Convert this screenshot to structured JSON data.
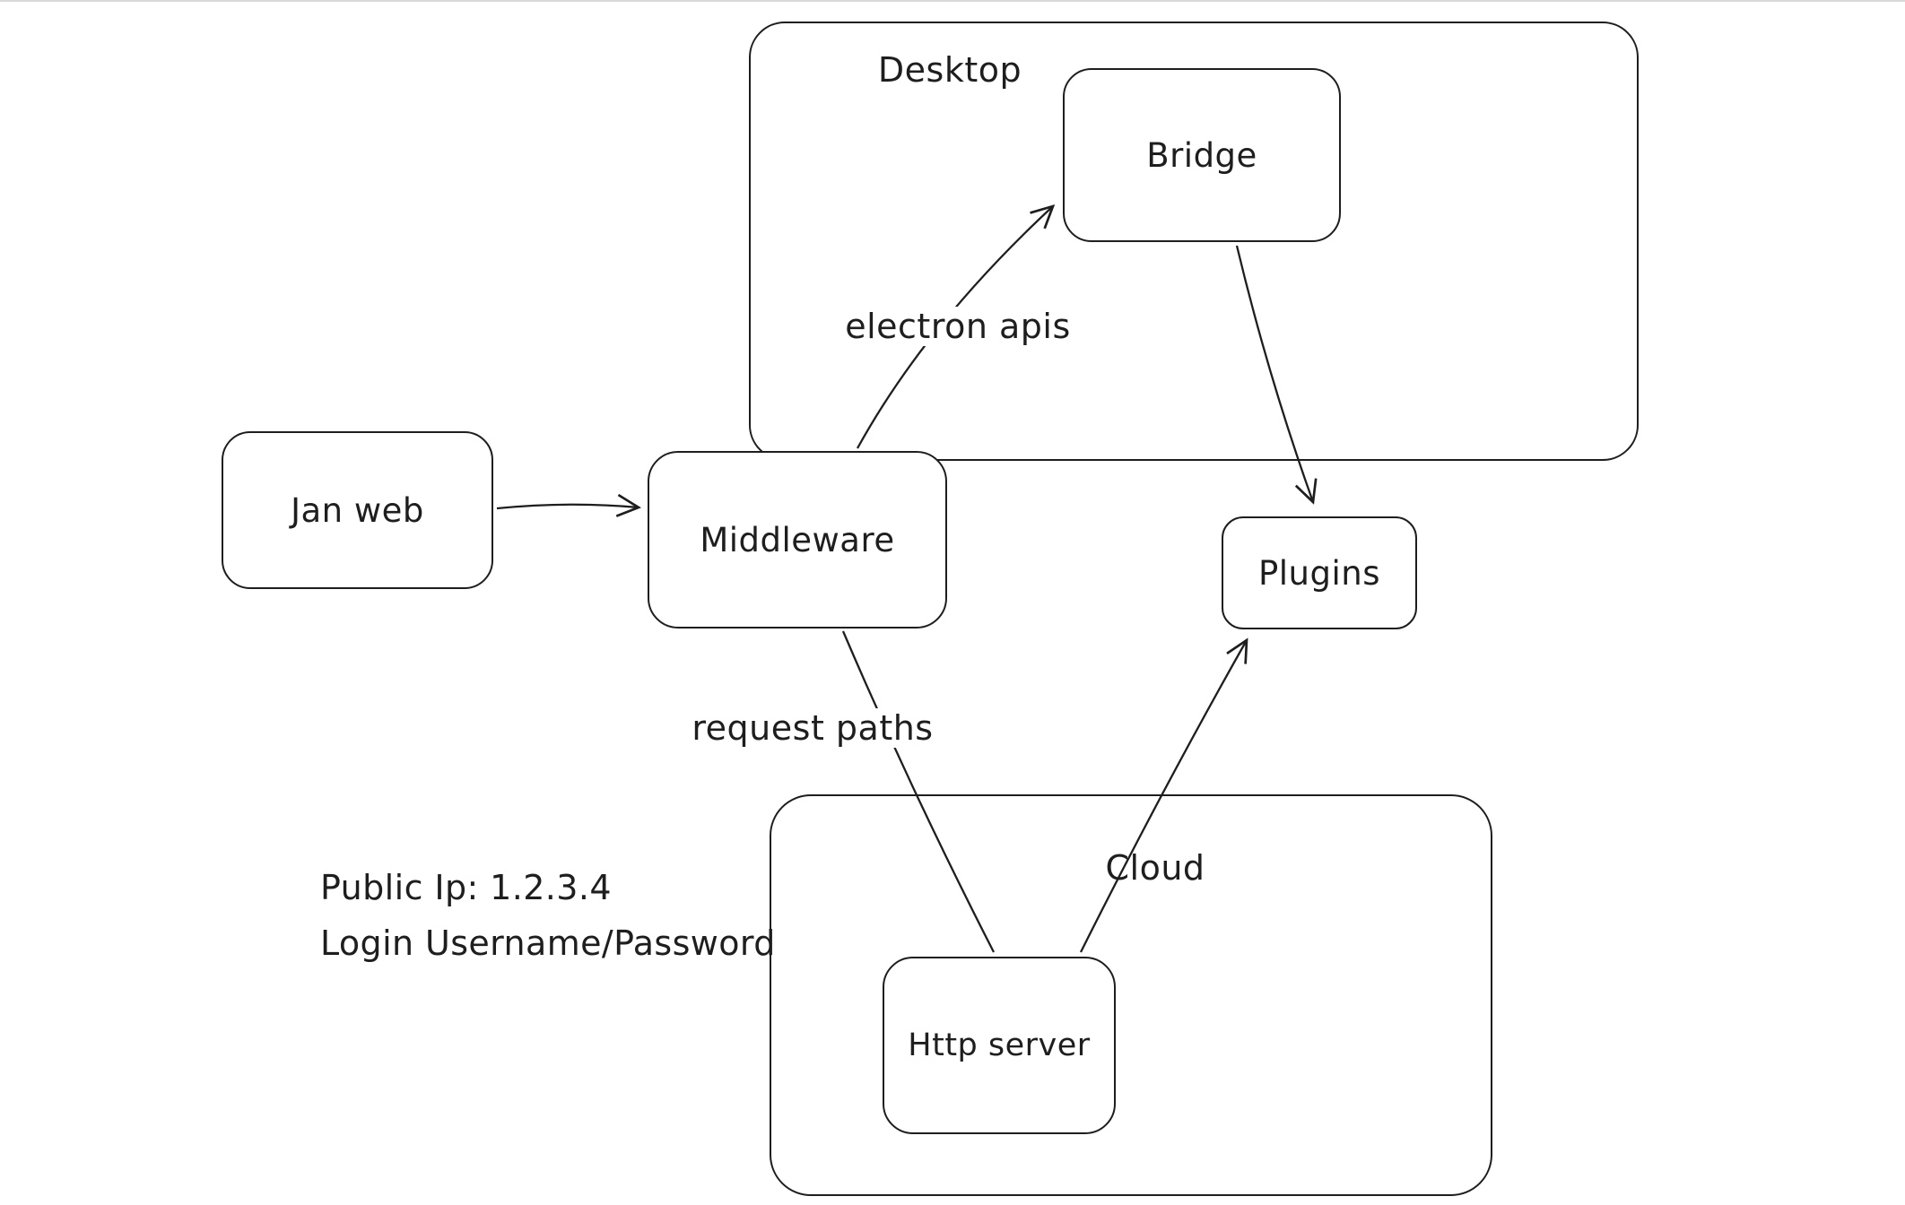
{
  "canvas": {
    "background": "#ffffff",
    "stroke": "#1e1e1e"
  },
  "containers": [
    {
      "id": "desktop",
      "label": "Desktop"
    },
    {
      "id": "cloud",
      "label": "Cloud"
    }
  ],
  "nodes": [
    {
      "id": "jan_web",
      "label": "Jan web"
    },
    {
      "id": "middleware",
      "label": "Middleware"
    },
    {
      "id": "bridge",
      "label": "Bridge"
    },
    {
      "id": "plugins",
      "label": "Plugins"
    },
    {
      "id": "http_server",
      "label": "Http server"
    }
  ],
  "edges": [
    {
      "from": "jan_web",
      "to": "middleware",
      "label": "",
      "arrowhead": true
    },
    {
      "from": "middleware",
      "to": "bridge",
      "label": "electron apis",
      "arrowhead": true
    },
    {
      "from": "bridge",
      "to": "plugins",
      "label": "",
      "arrowhead": true
    },
    {
      "from": "middleware",
      "to": "http_server",
      "label": "request paths",
      "arrowhead": false
    },
    {
      "from": "http_server",
      "to": "plugins",
      "label": "",
      "arrowhead": true
    }
  ],
  "annotations": [
    "Public Ip: 1.2.3.4",
    "Login Username/Password"
  ]
}
